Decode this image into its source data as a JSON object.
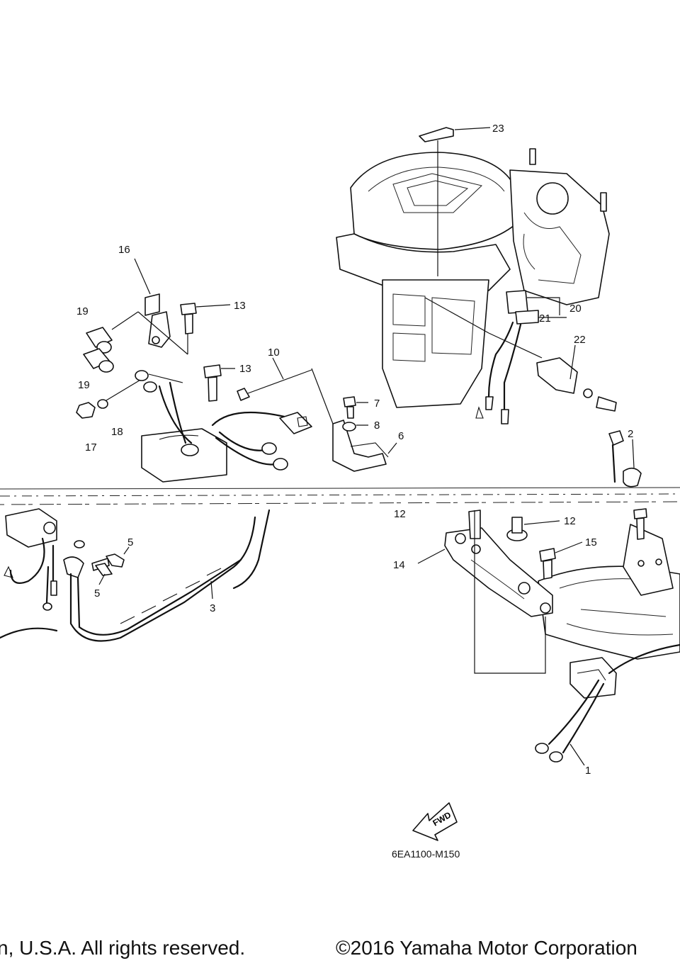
{
  "diagram": {
    "drawing_code": "6EA1100-M150",
    "direction_marker": "FWD",
    "callouts": [
      "1",
      "2",
      "3",
      "5",
      "5",
      "6",
      "7",
      "8",
      "10",
      "12",
      "12",
      "13",
      "13",
      "14",
      "15",
      "16",
      "17",
      "18",
      "19",
      "19",
      "20",
      "21",
      "22",
      "23"
    ]
  },
  "footer": {
    "left": "n, U.S.A. All rights reserved.",
    "right": "©2016 Yamaha Motor Corporation"
  }
}
